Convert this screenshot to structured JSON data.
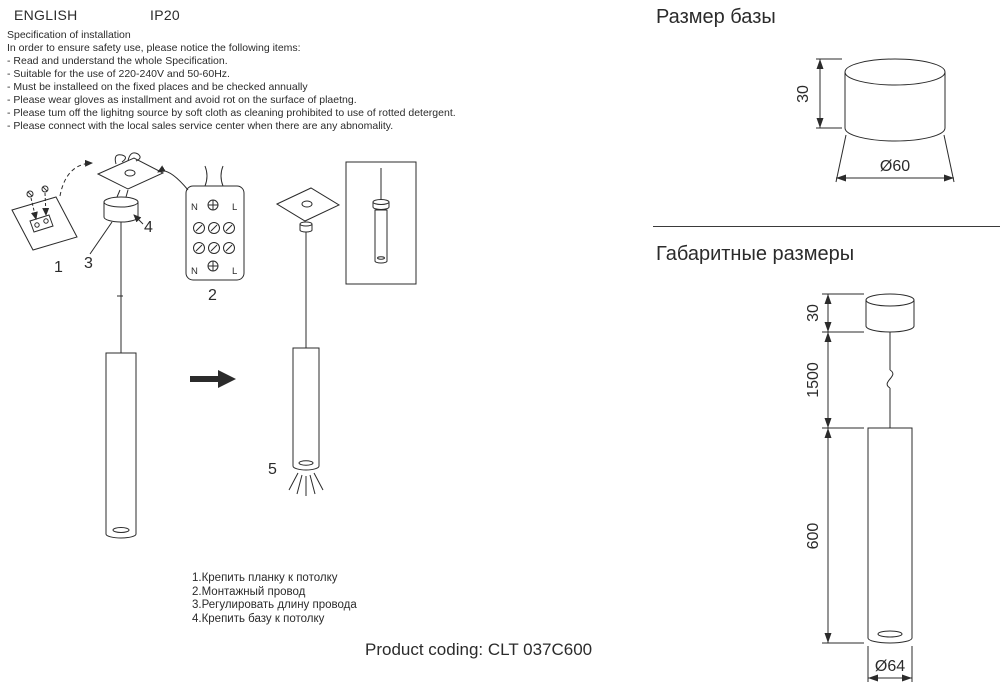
{
  "header": {
    "language": "ENGLISH",
    "ip_rating": "IP20"
  },
  "specification": {
    "title": "Specification of installation",
    "intro": "In order to ensure safety use, please notice the following items:",
    "items": [
      "- Read and understand the whole Specification.",
      "- Suitable for the use of 220-240V and 50-60Hz.",
      "- Must be installeed on the fixed places and be checked annually",
      "- Please wear gloves as installment and avoid rot on the surface of plaetng.",
      "- Please tum off the lighitng source by soft cloth as cleaning prohibited to use of rotted detergent.",
      "- Please connect with the local sales service center when there are any abnomality."
    ]
  },
  "installation_diagram": {
    "steps": [
      "1",
      "2",
      "3",
      "4",
      "5"
    ],
    "terminal_labels": {
      "n_top": "N",
      "l_top": "L",
      "n_bottom": "N",
      "l_bottom": "L"
    }
  },
  "legend": {
    "items": [
      "1.Крепить планку к потолку",
      "2.Монтажный провод",
      "3.Регулировать длину провода",
      "4.Крепить базу к потолку"
    ]
  },
  "product": {
    "coding": "Product coding: CLT 037C600"
  },
  "base_size": {
    "title": "Размер базы",
    "height": "30",
    "diameter": "Ø60"
  },
  "overall_size": {
    "title": "Габаритные размеры",
    "base_height": "30",
    "wire_length": "1500",
    "body_length": "600",
    "diameter": "Ø64"
  }
}
